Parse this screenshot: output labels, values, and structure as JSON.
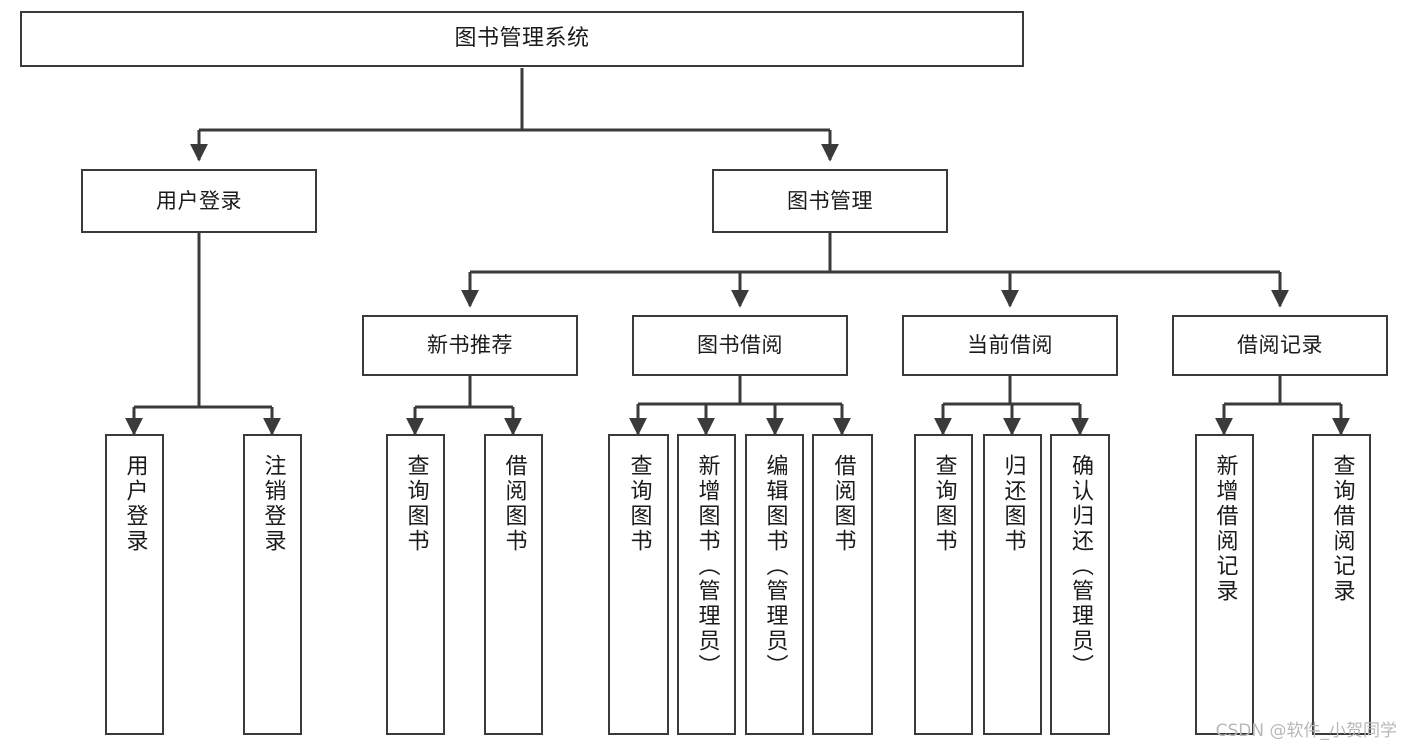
{
  "diagram": {
    "type": "tree",
    "title": "图书管理系统",
    "stroke_color": "#3a3a3a",
    "background_color": "#ffffff",
    "text_color": "#1b1b1b",
    "nodes": {
      "root": {
        "label": "图书管理系统"
      },
      "level2": [
        {
          "id": "user-login",
          "label": "用户登录"
        },
        {
          "id": "book-manage",
          "label": "图书管理"
        }
      ],
      "level3": [
        {
          "id": "new-book-recommend",
          "label": "新书推荐"
        },
        {
          "id": "book-borrow",
          "label": "图书借阅"
        },
        {
          "id": "current-borrow",
          "label": "当前借阅"
        },
        {
          "id": "borrow-record",
          "label": "借阅记录"
        }
      ],
      "leaves": {
        "user-login": [
          {
            "id": "leaf-user-login",
            "label": "用户登录"
          },
          {
            "id": "leaf-user-logout",
            "label": "注销登录"
          }
        ],
        "new-book-recommend": [
          {
            "id": "leaf-query-book-1",
            "label": "查询图书"
          },
          {
            "id": "leaf-borrow-book-1",
            "label": "借阅图书"
          }
        ],
        "book-borrow": [
          {
            "id": "leaf-query-book-2",
            "label": "查询图书"
          },
          {
            "id": "leaf-add-book",
            "label": "新增图书（管理员）"
          },
          {
            "id": "leaf-edit-book",
            "label": "编辑图书（管理员）"
          },
          {
            "id": "leaf-borrow-book-2",
            "label": "借阅图书"
          }
        ],
        "current-borrow": [
          {
            "id": "leaf-query-book-3",
            "label": "查询图书"
          },
          {
            "id": "leaf-return-book",
            "label": "归还图书"
          },
          {
            "id": "leaf-confirm-return",
            "label": "确认归还（管理员）"
          }
        ],
        "borrow-record": [
          {
            "id": "leaf-add-record",
            "label": "新增借阅记录"
          },
          {
            "id": "leaf-query-record",
            "label": "查询借阅记录"
          }
        ]
      }
    }
  },
  "watermark": {
    "text": "CSDN @软件_小贺同学"
  }
}
